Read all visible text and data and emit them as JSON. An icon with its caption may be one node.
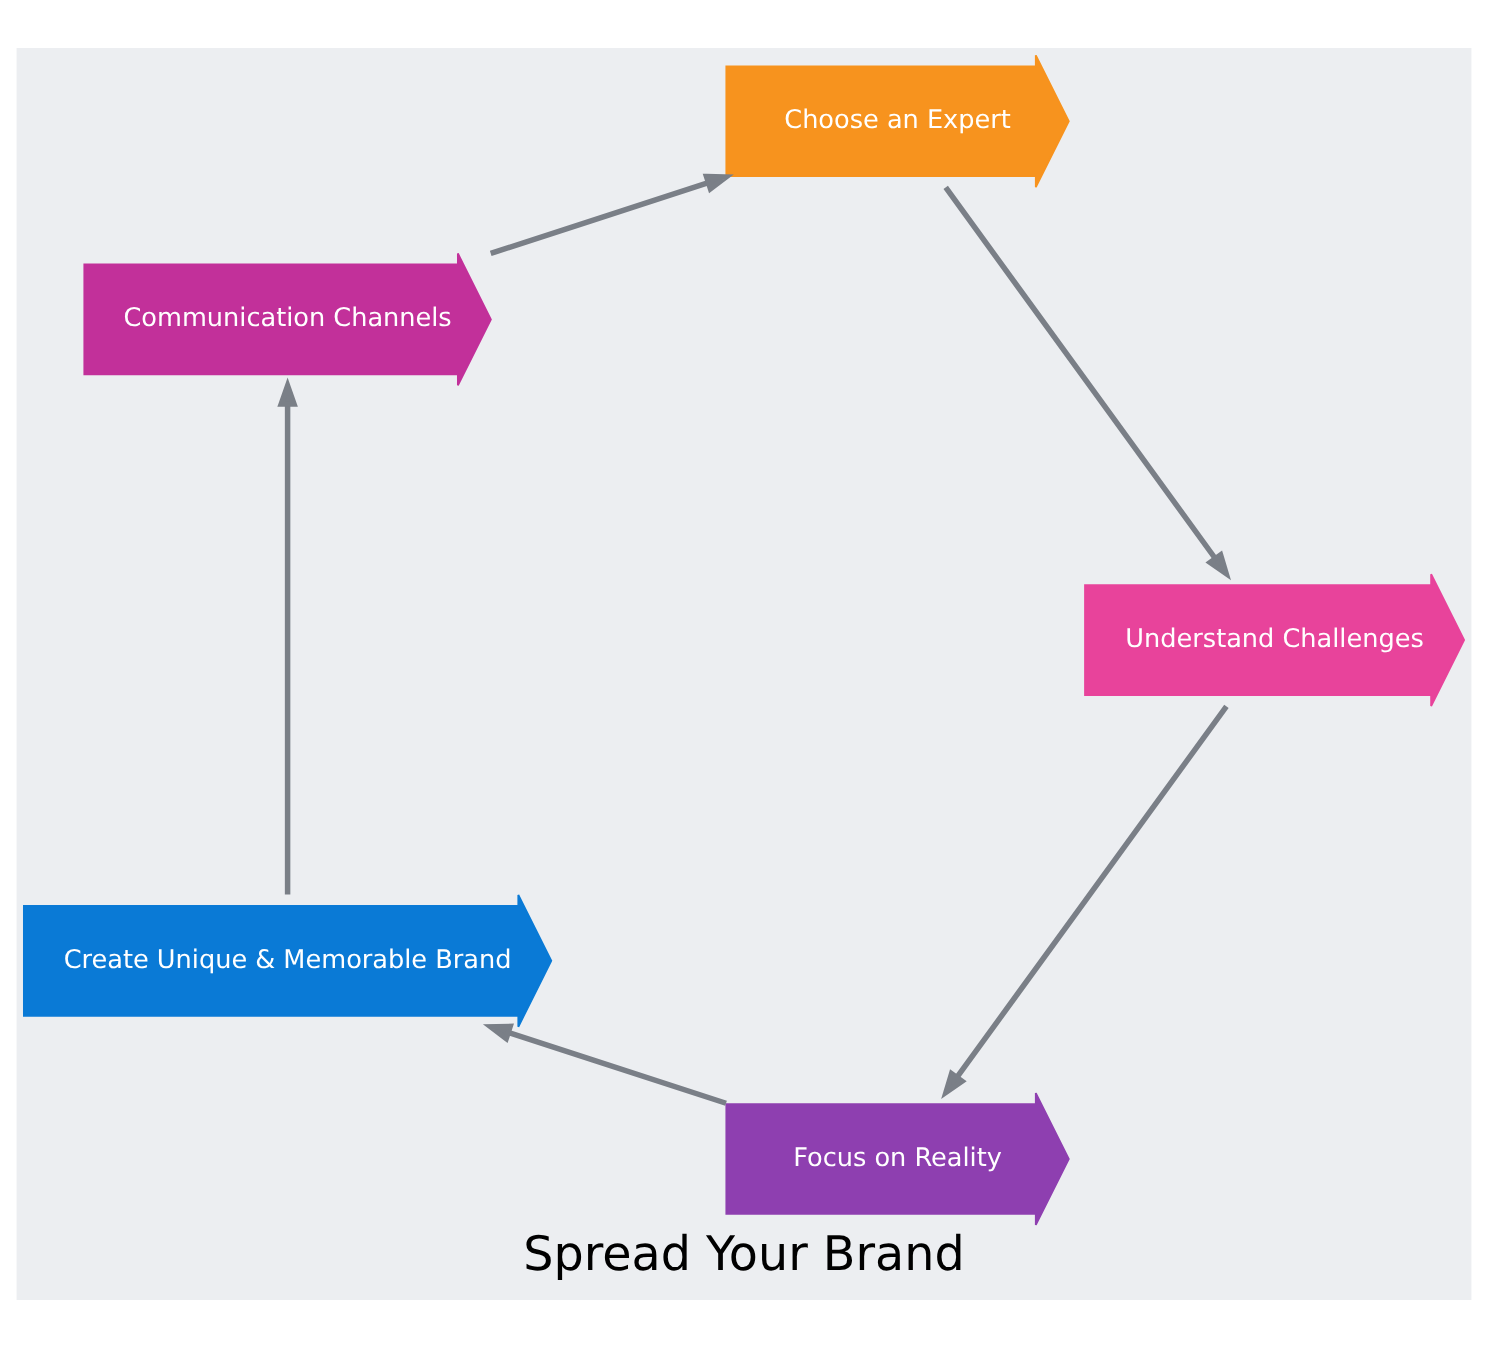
{
  "diagram": {
    "title": "Spread Your Brand",
    "nodes": [
      {
        "text": [
          "Focus on Reality"
        ]
      },
      {
        "text": [
          "Create Unique & Memorable Brand"
        ]
      },
      {
        "text": [
          "Communication Channels"
        ]
      },
      {
        "text": [
          "Choose an Expert"
        ]
      },
      {
        "text": [
          "Understand Challenges"
        ]
      }
    ],
    "edges": [
      {
        "from": 0,
        "to": 1,
        "arrow": "to"
      },
      {
        "from": 1,
        "to": 2,
        "arrow": "to"
      },
      {
        "from": 2,
        "to": 3,
        "arrow": "to"
      },
      {
        "from": 3,
        "to": 4,
        "arrow": "to"
      },
      {
        "from": 4,
        "to": 0,
        "arrow": "to"
      }
    ]
  }
}
